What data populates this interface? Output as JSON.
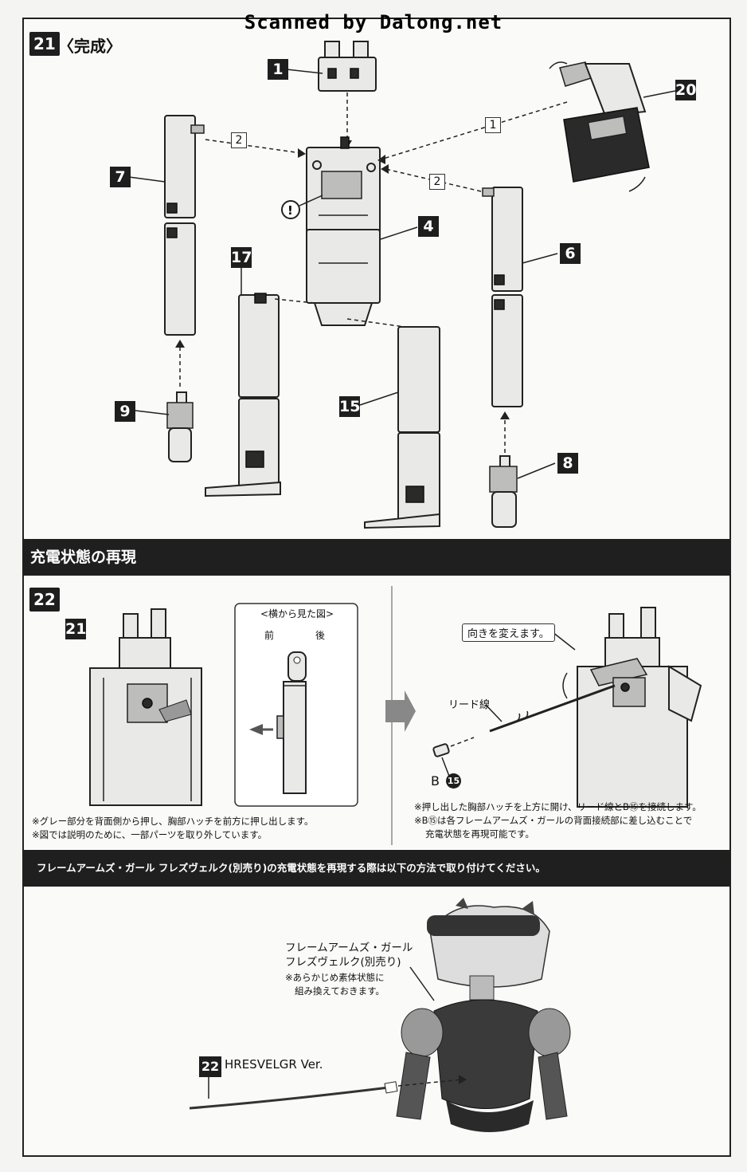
{
  "header": {
    "scan_credit": "Scanned by Dalong.net"
  },
  "step21": {
    "badge": "21",
    "title": "〈完成〉",
    "parts": [
      "1",
      "20",
      "7",
      "4",
      "17",
      "6",
      "9",
      "15",
      "8"
    ],
    "order_marks": [
      "1",
      "2",
      "2"
    ]
  },
  "section_charge": {
    "title": "充電状態の再現"
  },
  "step22": {
    "badge": "22",
    "sub_badge": "21",
    "side_view": {
      "title": "<横から見た図>",
      "front": "前",
      "back": "後"
    },
    "direction_label": "向きを変えます。",
    "lead_wire_label": "リード線",
    "part_b": "B",
    "part_b_num": "15",
    "notes_left": [
      "※グレー部分を背面側から押し、胸部ハッチを前方に押し出します。",
      "※図では説明のために、一部パーツを取り外しています。"
    ],
    "notes_right": [
      "※押し出した胸部ハッチを上方に開け、リード線とB⑮を接続します。",
      "※B⑮は各フレームアームズ・ガールの背面接続部に差し込むことで",
      "充電状態を再現可能です。"
    ]
  },
  "bottom_section": {
    "banner": "フレームアームズ・ガール フレズヴェルク(別売り)の充電状態を再現する際は以下の方法で取り付けてください。",
    "figure_name_1": "フレームアームズ・ガール",
    "figure_name_2": "フレズヴェルク(別売り)",
    "figure_note_1": "※あらかじめ素体状態に",
    "figure_note_2": "組み換えておきます。",
    "cable_badge": "22",
    "cable_label": "HRESVELGR Ver."
  }
}
